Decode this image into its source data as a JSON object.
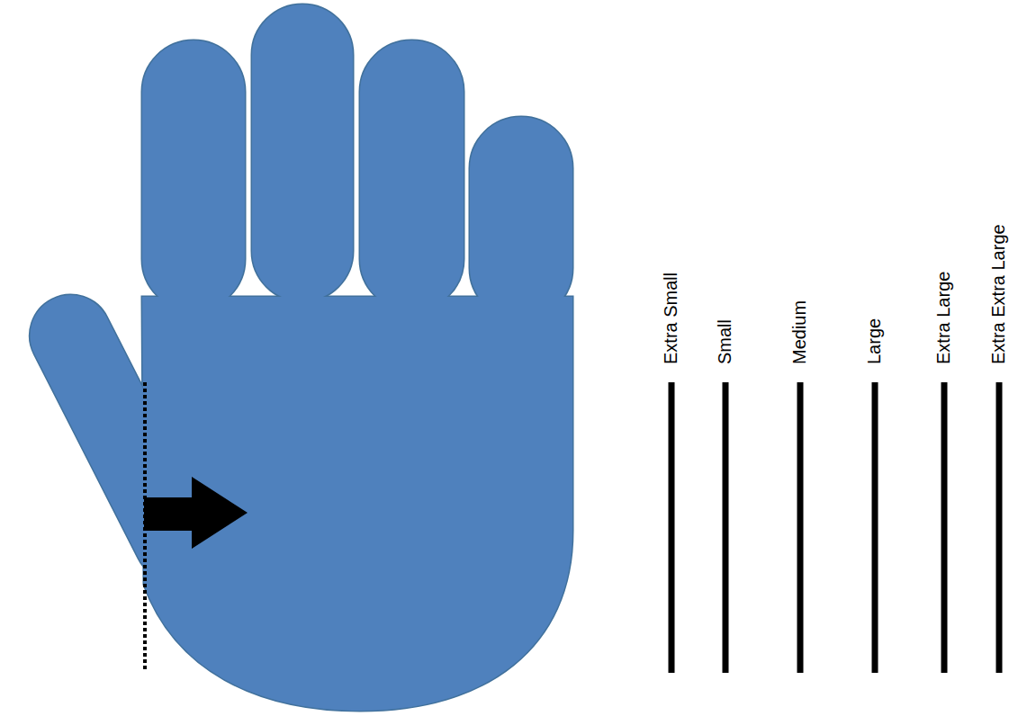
{
  "diagram": {
    "labels": [
      "Extra Small",
      "Small",
      "Medium",
      "Large",
      "Extra Large",
      "Extra Extra Large"
    ]
  }
}
